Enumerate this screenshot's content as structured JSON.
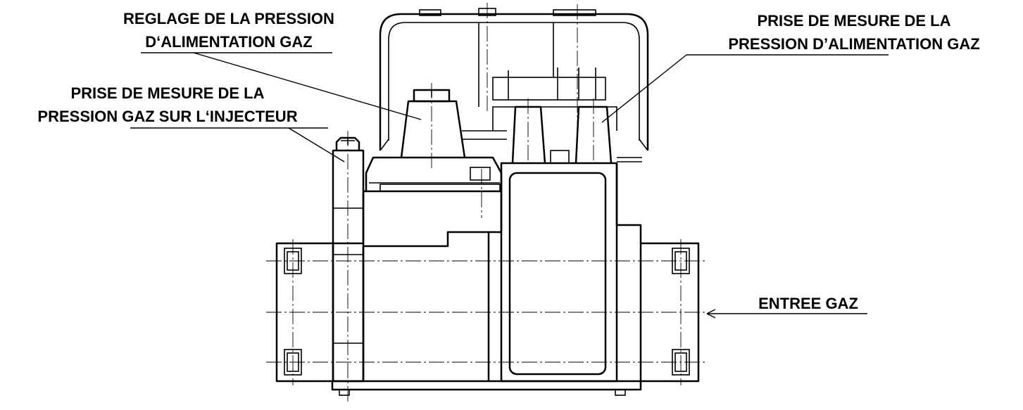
{
  "labels": {
    "reglage_line1": "REGLAGE DE LA PRESSION",
    "reglage_line2": "D‘ALIMENTATION GAZ",
    "alim_line1": "PRISE DE MESURE DE LA",
    "alim_line2": "PRESSION D’ALIMENTATION GAZ",
    "inject_line1": "PRISE DE MESURE DE LA",
    "inject_line2": "PRESSION GAZ SUR L‘INJECTEUR",
    "entree": "ENTREE GAZ"
  },
  "colors": {
    "ink": "#000000",
    "paper": "#ffffff"
  }
}
